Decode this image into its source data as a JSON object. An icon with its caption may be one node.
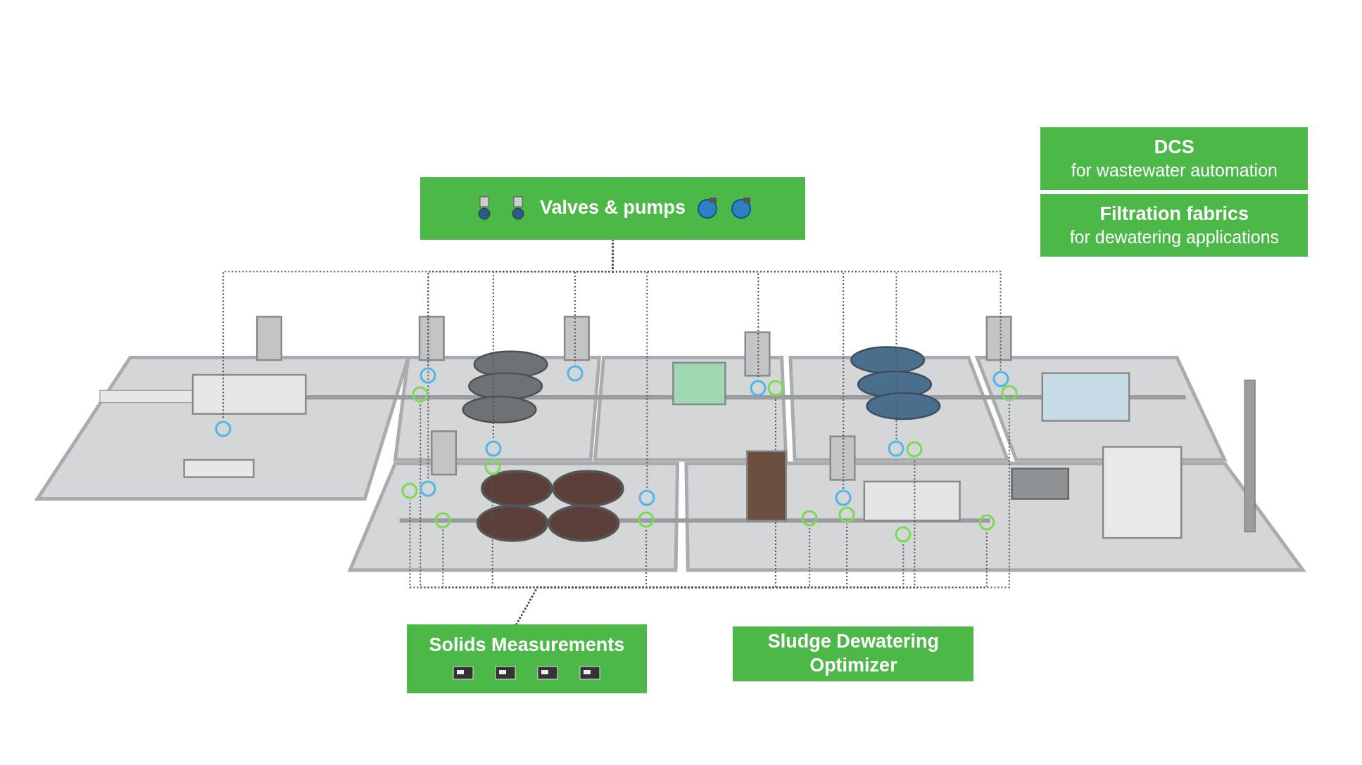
{
  "diagram": {
    "nodes": [
      {
        "text": [
          "DCS",
          "for wastewater automation"
        ]
      },
      {
        "text": [
          "Filtration fabrics",
          "for dewatering applications"
        ]
      },
      {
        "text": [
          "Valves & pumps"
        ]
      },
      {
        "text": [
          "Solids Measurements"
        ]
      },
      {
        "text": [
          "Sludge Dewatering Optimizer"
        ]
      },
      {
        "text": [],
        "shape": "circle"
      },
      {
        "text": [],
        "shape": "circle"
      },
      {
        "text": [],
        "shape": "circle"
      },
      {
        "text": [],
        "shape": "circle"
      },
      {
        "text": [],
        "shape": "circle"
      },
      {
        "text": [],
        "shape": "circle"
      },
      {
        "text": [],
        "shape": "circle"
      },
      {
        "text": [],
        "shape": "circle"
      },
      {
        "text": [],
        "shape": "circle"
      },
      {
        "text": [],
        "shape": "circle"
      },
      {
        "text": [],
        "shape": "circle"
      },
      {
        "text": [],
        "shape": "circle"
      },
      {
        "text": [],
        "shape": "circle"
      },
      {
        "text": [],
        "shape": "circle"
      },
      {
        "text": [],
        "shape": "circle"
      },
      {
        "text": [],
        "shape": "circle"
      },
      {
        "text": [],
        "shape": "circle"
      },
      {
        "text": [],
        "shape": "circle"
      },
      {
        "text": [],
        "shape": "circle"
      },
      {
        "text": [],
        "shape": "circle"
      },
      {
        "text": [],
        "shape": "circle"
      },
      {
        "text": [],
        "shape": "circle"
      }
    ],
    "edges": [
      {
        "from": 2,
        "to": 5,
        "arrow": "none"
      },
      {
        "from": 2,
        "to": 6,
        "arrow": "none"
      },
      {
        "from": 2,
        "to": 7,
        "arrow": "none"
      },
      {
        "from": 2,
        "to": 8,
        "arrow": "none"
      },
      {
        "from": 2,
        "to": 9,
        "arrow": "none"
      },
      {
        "from": 2,
        "to": 10,
        "arrow": "none"
      },
      {
        "from": 2,
        "to": 11,
        "arrow": "none"
      },
      {
        "from": 2,
        "to": 12,
        "arrow": "none"
      },
      {
        "from": 2,
        "to": 13,
        "arrow": "none"
      },
      {
        "from": 2,
        "to": 14,
        "arrow": "none"
      },
      {
        "from": 3,
        "to": 15,
        "arrow": "none"
      },
      {
        "from": 3,
        "to": 16,
        "arrow": "none"
      },
      {
        "from": 3,
        "to": 17,
        "arrow": "none"
      },
      {
        "from": 3,
        "to": 18,
        "arrow": "none"
      },
      {
        "from": 3,
        "to": 19,
        "arrow": "none"
      },
      {
        "from": 3,
        "to": 20,
        "arrow": "none"
      },
      {
        "from": 3,
        "to": 21,
        "arrow": "none"
      },
      {
        "from": 3,
        "to": 22,
        "arrow": "none"
      },
      {
        "from": 3,
        "to": 23,
        "arrow": "none"
      },
      {
        "from": 3,
        "to": 24,
        "arrow": "none"
      },
      {
        "from": 3,
        "to": 25,
        "arrow": "none"
      },
      {
        "from": 3,
        "to": 26,
        "arrow": "none"
      }
    ]
  }
}
